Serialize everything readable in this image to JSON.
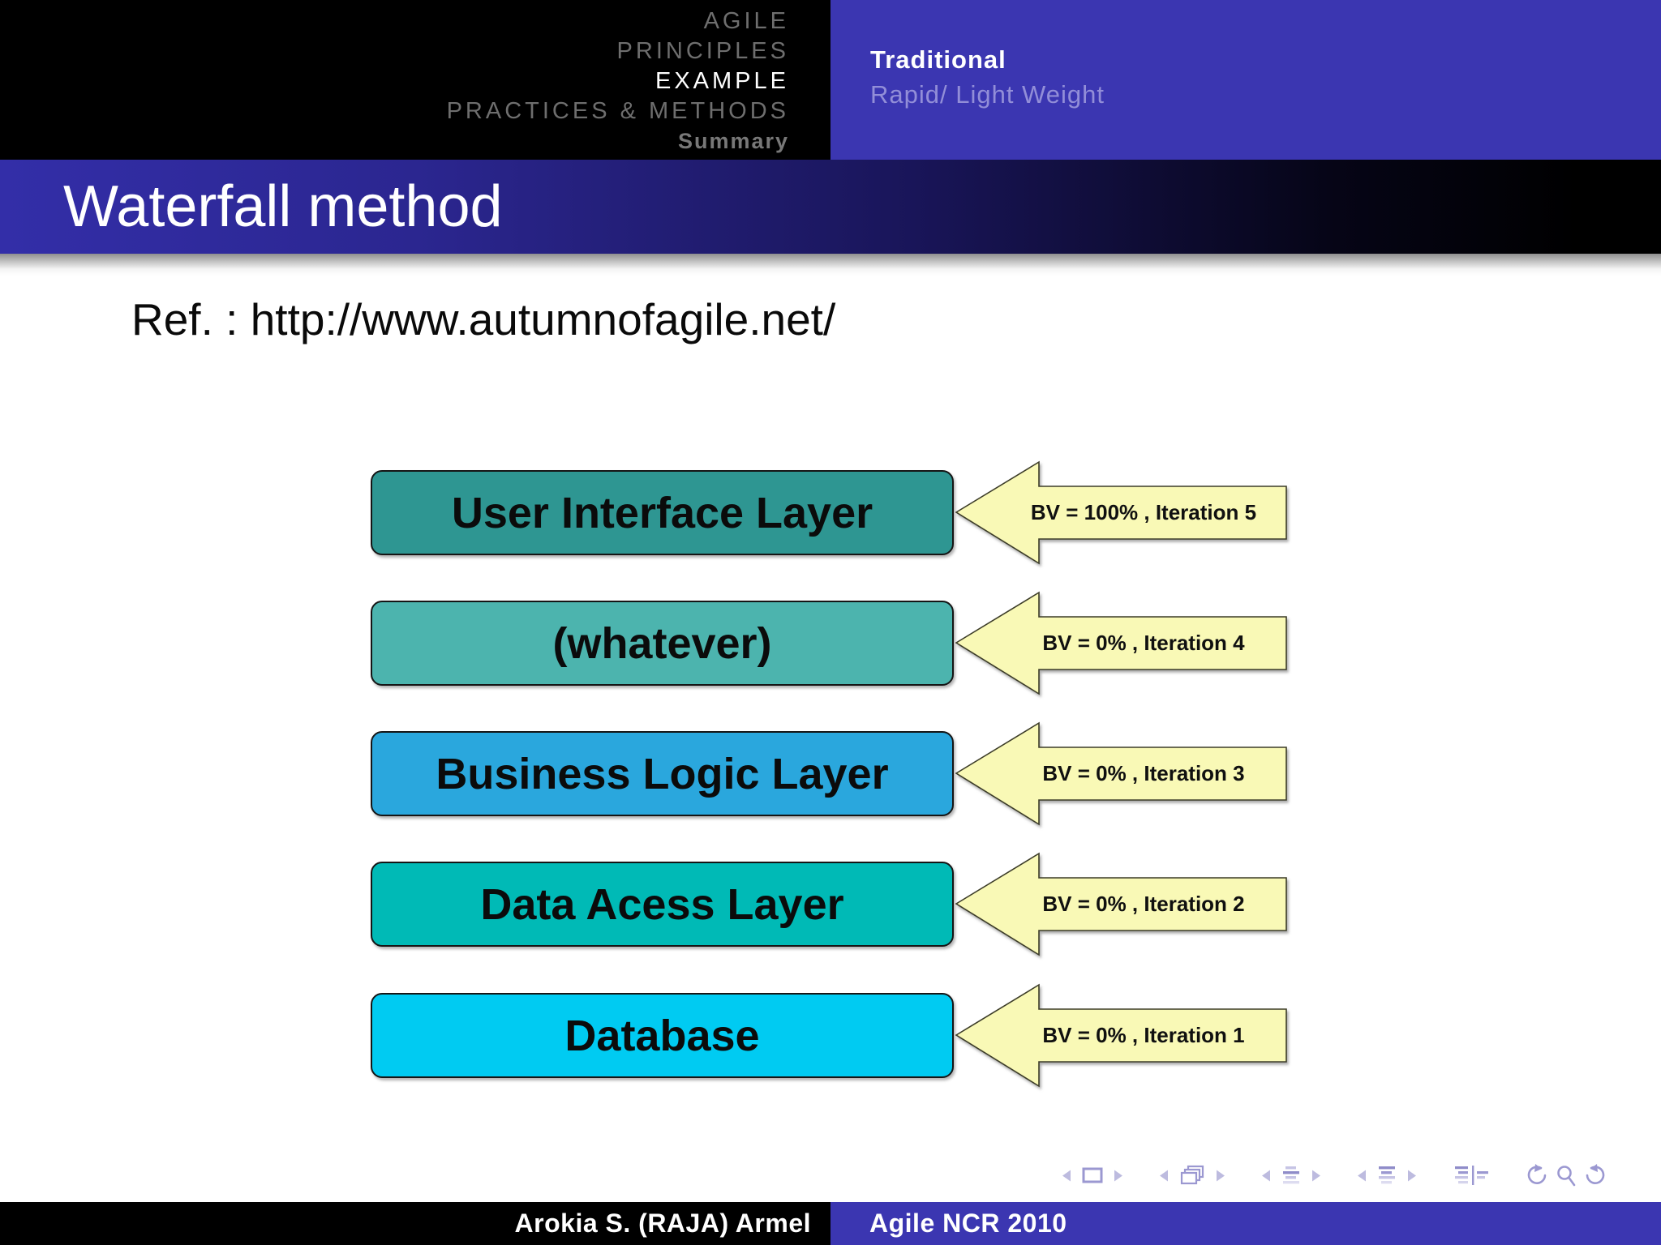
{
  "header": {
    "nav_items": [
      {
        "label": "AGILE",
        "active": false
      },
      {
        "label": "PRINCIPLES",
        "active": false
      },
      {
        "label": "EXAMPLE",
        "active": true
      },
      {
        "label": "PRACTICES & METHODS",
        "active": false
      },
      {
        "label": "Summary",
        "active": false
      }
    ],
    "right_panel": {
      "line1": "Traditional",
      "line2": "Rapid/ Light Weight"
    }
  },
  "title": "Waterfall method",
  "reference": "Ref. : http://www.autumnofagile.net/",
  "diagram": {
    "layers": [
      {
        "label": "User Interface Layer",
        "color": "#2e9692",
        "annotation": "BV = 100% , Iteration 5"
      },
      {
        "label": "(whatever)",
        "color": "#4cb4ae",
        "annotation": "BV = 0% , Iteration 4"
      },
      {
        "label": "Business Logic Layer",
        "color": "#2aa7dd",
        "annotation": "BV = 0% , Iteration 3"
      },
      {
        "label": "Data Acess Layer",
        "color": "#00bab6",
        "annotation": "BV = 0% , Iteration 2"
      },
      {
        "label": "Database",
        "color": "#00cbf2",
        "annotation": "BV = 0% , Iteration 1"
      }
    ],
    "arrow_fill": "#f9f9b6",
    "arrow_border": "#3c3c28"
  },
  "navigation_symbols": {
    "icons": [
      "slide-back",
      "frame-indicator",
      "slide-forward",
      "frame-back",
      "frame-stack",
      "frame-forward",
      "subsection-back",
      "subsection-list",
      "subsection-forward",
      "section-back",
      "section-list",
      "section-forward",
      "toc-pair",
      "history-back",
      "search",
      "history-forward"
    ]
  },
  "footer": {
    "author": "Arokia S. (RAJA) Armel",
    "event": "Agile NCR 2010"
  },
  "colors": {
    "accent_blue": "#3b36b1",
    "titlebar_left": "#332ea8",
    "nav_inactive_gray": "#6e6e6e",
    "nav_active_white": "#ffffff",
    "subtitle_purple": "#928ed8",
    "nav_symbol_purple": "#9b98d1",
    "shadow_gray": "#8f8f8f"
  }
}
